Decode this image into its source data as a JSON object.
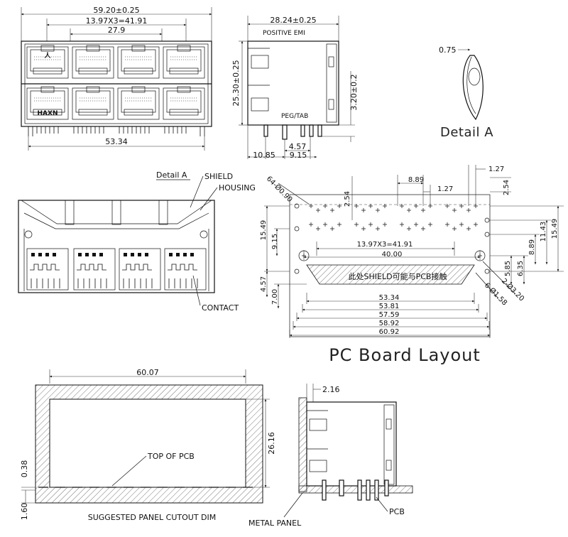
{
  "front_view": {
    "overall_width": "59.20±0.25",
    "port_pitch_total": "13.97X3=41.91",
    "inner_span": "27.9",
    "pin_span": "53.34",
    "logo_top": "人",
    "logo_bottom": "HAXN"
  },
  "side_view": {
    "depth": "28.24±0.25",
    "positive_emi": "POSITIVE EMI",
    "height": "25.30±0.25",
    "peg_tab": "PEG/TAB",
    "pin_length": "3.20±0.2",
    "offset_1": "4.57",
    "offset_2": "10.85",
    "offset_3": "9.15"
  },
  "detail": {
    "dim": "0.75",
    "title": "Detail A"
  },
  "section_view": {
    "detail_label": "Detail A",
    "shield_label": "SHIELD",
    "housing_label": "HOUSING",
    "contact_label": "CONTACT"
  },
  "pcb_layout": {
    "title": "PC Board Layout",
    "holes_label": "64-Ø0.90",
    "pitch_254_top": "2.54",
    "pitch_889": "8.89",
    "pitch_127_top": "1.27",
    "pitch_127_mid": "1.27",
    "pitch_254_right": "2.54",
    "left_1549": "15.49",
    "left_915": "9.15",
    "left_457": "4.57",
    "left_700": "7.00",
    "right_1549": "15.49",
    "right_1143": "11.43",
    "right_889": "8.89",
    "right_635": "6.35",
    "right_585": "5.85",
    "pitch_total": "13.97X3=41.91",
    "span_4000": "40.00",
    "shield_note": "此处SHIELD可能与PCB接触",
    "holes_320": "2-Ø3.20",
    "holes_158": "6-Ø1.58",
    "w_5334": "53.34",
    "w_5381": "53.81",
    "w_5759": "57.59",
    "w_5892": "58.92",
    "w_6092": "60.92"
  },
  "panel_cutout": {
    "width": "60.07",
    "height": "26.16",
    "top_offset": "0.38",
    "bottom_offset": "1.60",
    "top_of_pcb": "TOP OF PCB",
    "caption": "SUGGESTED PANEL CUTOUT DIM"
  },
  "panel_side": {
    "thickness": "2.16",
    "metal_panel": "METAL PANEL",
    "pcb": "PCB"
  }
}
